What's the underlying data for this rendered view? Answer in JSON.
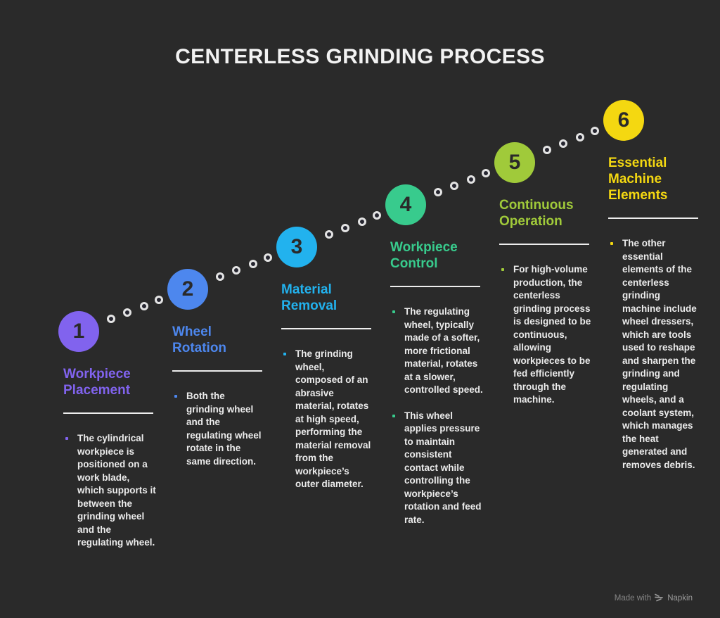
{
  "title": "CENTERLESS GRINDING PROCESS",
  "background_color": "#2a2a2a",
  "steps": [
    {
      "number": "1",
      "title": "Workpiece Placement",
      "color": "#8163ee",
      "bullets": [
        "The cylindrical workpiece is positioned on a work blade, which supports it between the grinding wheel and the regulating wheel."
      ]
    },
    {
      "number": "2",
      "title": "Wheel Rotation",
      "color": "#4d87ee",
      "bullets": [
        "Both the grinding wheel and the regulating wheel rotate in the same direction."
      ]
    },
    {
      "number": "3",
      "title": "Material Removal",
      "color": "#22b2ee",
      "bullets": [
        "The grinding wheel, composed of an abrasive material, rotates at high speed, performing the material removal from the workpiece’s outer diameter."
      ]
    },
    {
      "number": "4",
      "title": "Workpiece Control",
      "color": "#38cb8d",
      "bullets": [
        "The regulating wheel, typically made of a softer, more frictional material, rotates at a slower, controlled speed.",
        "This wheel applies pressure to maintain consistent contact while controlling the workpiece’s rotation and feed rate."
      ]
    },
    {
      "number": "5",
      "title": "Continuous Operation",
      "color": "#a0ca3a",
      "bullets": [
        "For high-volume production, the centerless grinding process is designed to be continuous, allowing workpieces to be fed efficiently through the machine."
      ]
    },
    {
      "number": "6",
      "title": "Essential Machine Elements",
      "color": "#f4d811",
      "bullets": [
        "The other essential elements of the centerless grinding machine include wheel dressers, which are tools used to reshape and sharpen the grinding and regulating wheels, and a coolant system, which manages the heat generated and removes debris."
      ]
    }
  ],
  "connector": {
    "dot_ring_color": "#e3e3e3",
    "dots_per_segment": 4
  },
  "watermark": {
    "prefix": "Made with",
    "brand": "Napkin",
    "logo_icon": "napkin-chevrons-icon"
  }
}
